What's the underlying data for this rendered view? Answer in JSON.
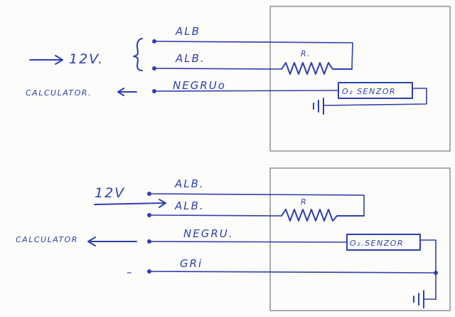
{
  "top": {
    "voltage": "12V.",
    "wire_alb_1": "ALB",
    "wire_alb_2": "ALB.",
    "wire_negru": "NEGRUo",
    "resistor": "R.",
    "sensor": "O₂ SENZOR",
    "calculator": "CALCULATOR."
  },
  "bottom": {
    "voltage": "12V",
    "wire_alb_1": "ALB.",
    "wire_alb_2": "ALB.",
    "wire_negru": "NEGRU.",
    "wire_gri": "GRi",
    "resistor": "R",
    "sensor": "O₂.SENZOR",
    "calculator": "CALCULATOR",
    "minus": "–"
  }
}
